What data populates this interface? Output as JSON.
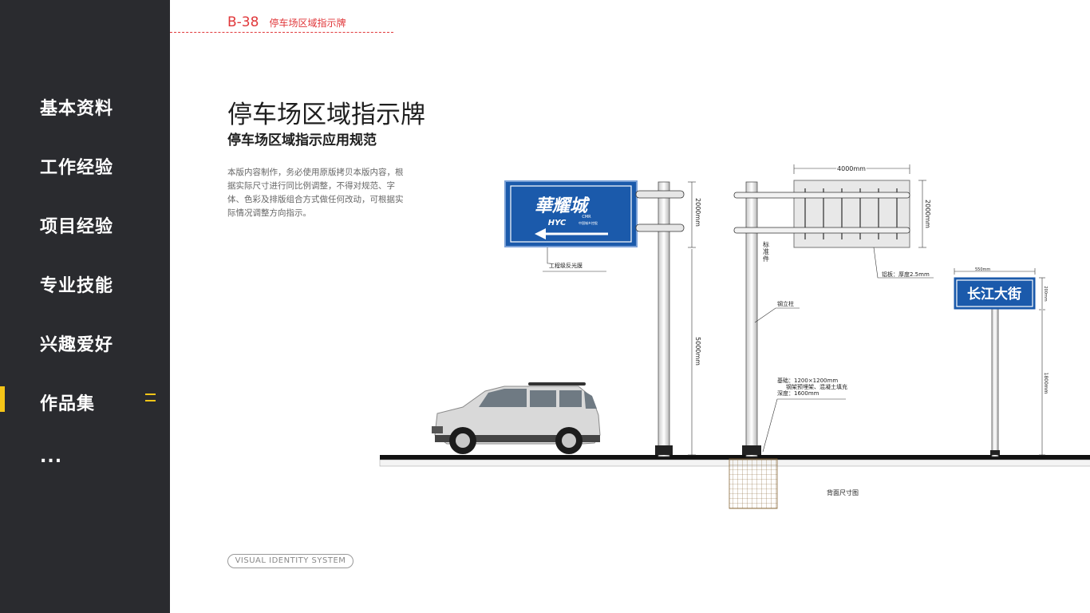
{
  "sidebar": {
    "items": [
      {
        "label": "基本资料"
      },
      {
        "label": "工作经验"
      },
      {
        "label": "项目经验"
      },
      {
        "label": "专业技能"
      },
      {
        "label": "兴趣爱好"
      },
      {
        "label": "作品集",
        "active": true
      },
      {
        "label": "..."
      }
    ]
  },
  "header": {
    "code": "B-38",
    "name": "停车场区域指示牌"
  },
  "main": {
    "title": "停车场区域指示牌",
    "subtitle": "停车场区域指示应用规范",
    "description": "本版内容制作，务必使用原版拷贝本版内容，根据实际尺寸进行同比例调整，不得对规范、字体、色彩及排版组合方式做任何改动，可根据实际情况调整方向指示。",
    "badge": "VISUAL IDENTITY SYSTEM"
  },
  "drawing": {
    "sign_brand": "華耀城",
    "sign_brand_en": "HYC",
    "sign_brand_sub": "中国城乡控股",
    "sign_logo": "CMR",
    "film_label": "工程级反光膜",
    "dim_2000_a": "2000mm",
    "dim_5000": "5000mm",
    "dim_4000": "4000mm",
    "dim_2000_b": "2000mm",
    "std_part_1": "标",
    "std_part_2": "准",
    "std_part_3": "件",
    "plate_label": "铝板：厚度2.5mm",
    "steel_post": "钢立柱",
    "base_1": "基础：1200×1200mm",
    "base_2": "钢架预埋架、混凝土填充",
    "base_3": "深度：1600mm",
    "back_view": "背面尺寸图",
    "street_sign": "长江大街",
    "dim_550": "550mm",
    "dim_200": "200mm",
    "dim_1800": "1800mm"
  },
  "colors": {
    "sidebar_bg": "#2a2b2f",
    "accent": "#f5c518",
    "header_red": "#e0373a",
    "sign_blue": "#1b5aab"
  }
}
